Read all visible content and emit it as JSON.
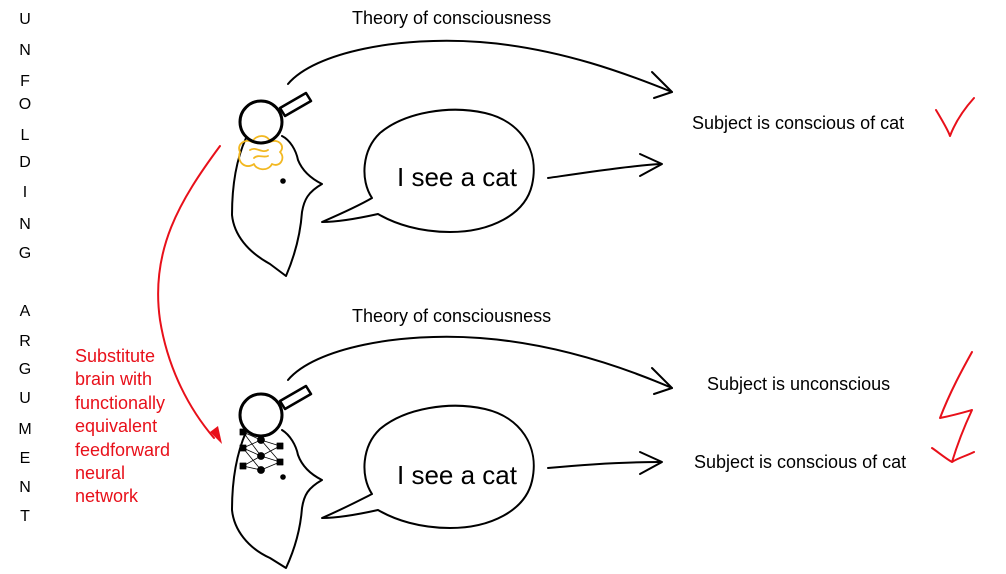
{
  "side_label": {
    "unfolding": [
      "U",
      "N",
      "F",
      "O",
      "L",
      "D",
      "I",
      "N",
      "G"
    ],
    "argument": [
      "A",
      "R",
      "G",
      "U",
      "M",
      "E",
      "N",
      "T"
    ]
  },
  "top_panel": {
    "theory_label": "Theory of consciousness",
    "speech": "I see a cat",
    "result": "Subject is conscious of cat",
    "verdict_mark": "check-mark"
  },
  "bottom_panel": {
    "theory_label": "Theory of consciousness",
    "speech": "I see a cat",
    "result_theory": "Subject is unconscious",
    "result_report": "Subject is conscious of cat",
    "verdict_mark": "lightning-contradiction"
  },
  "substitution_note": "Substitute\nbrain with\nfunctionally\nequivalent\nfeedforward\nneural\nnetwork",
  "colors": {
    "annotation": "#e8101a",
    "brain": "#f2b822",
    "ink": "#000000"
  }
}
